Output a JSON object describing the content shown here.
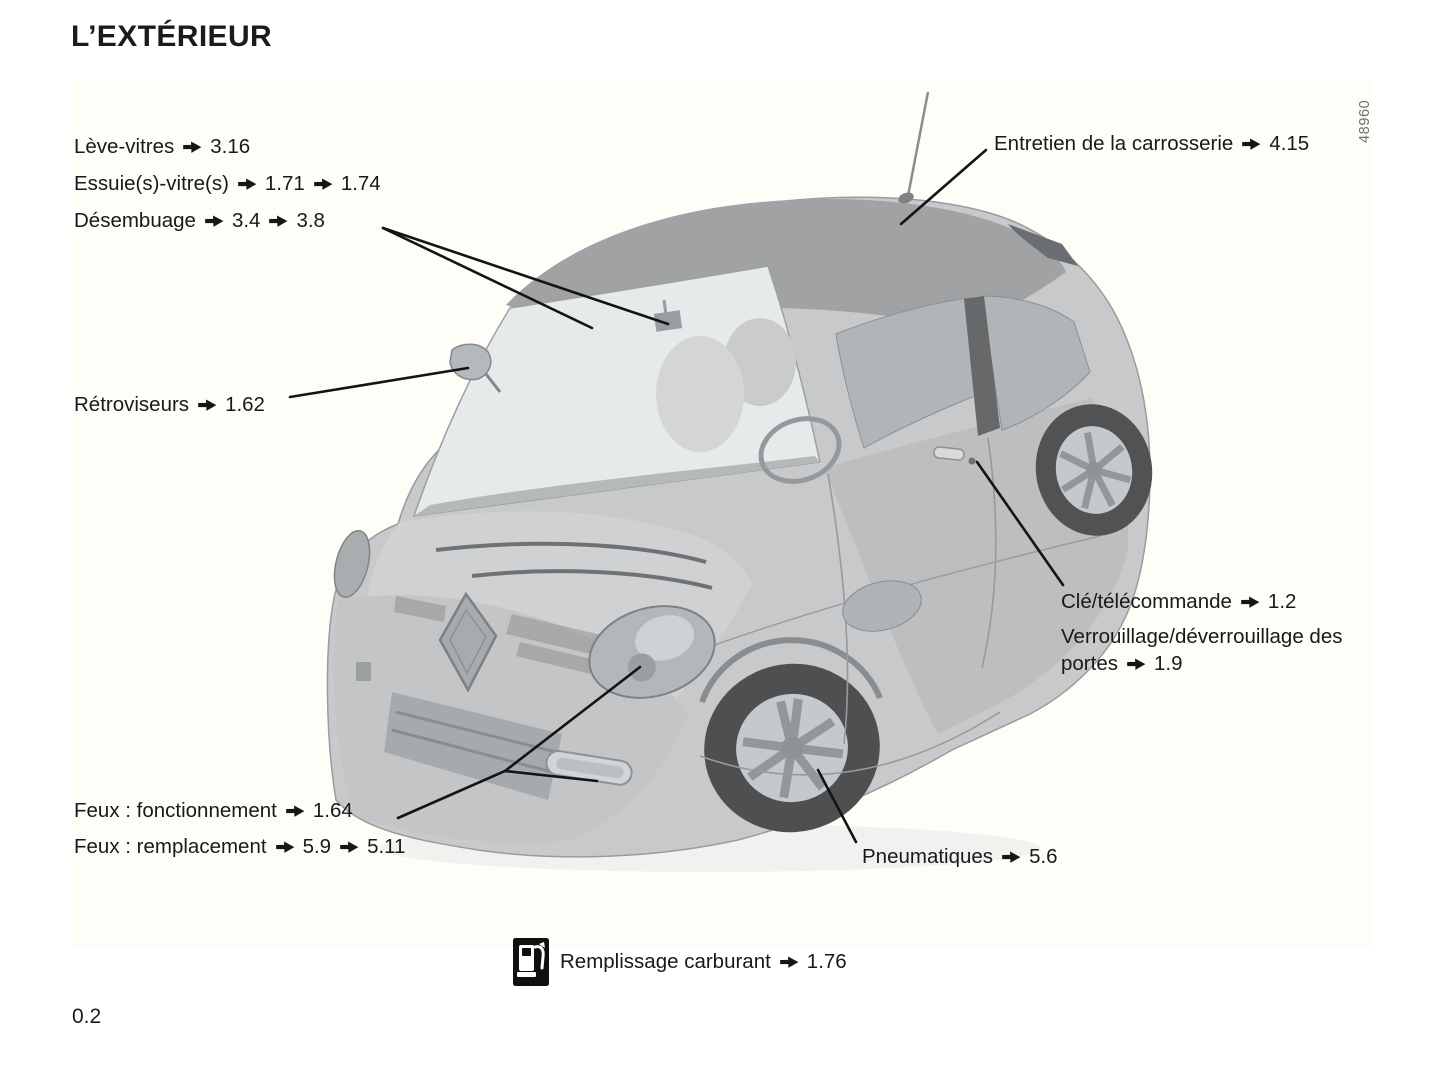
{
  "page": {
    "title": "L’EXTÉRIEUR",
    "page_number": "0.2",
    "illustration_number": "48960"
  },
  "colors": {
    "ink": "#1a1a1a",
    "figure_background": "#fffdf8",
    "car_body_gray": "#c7c9cb",
    "car_roof_gray": "#a0a2a4",
    "leader_line": "#141414"
  },
  "icons": {
    "ref_arrow": "solid right arrow before each section reference",
    "fuel_pump": "fuel-pump pictogram on black plate"
  },
  "callouts": {
    "leve_vitres": {
      "text": "Lève-vitres",
      "refs": [
        "3.16"
      ]
    },
    "essuie_vitres": {
      "text": "Essuie(s)-vitre(s)",
      "refs": [
        "1.71",
        "1.74"
      ]
    },
    "desembuage": {
      "text": "Désembuage",
      "refs": [
        "3.4",
        "3.8"
      ]
    },
    "retroviseurs": {
      "text": "Rétroviseurs",
      "refs": [
        "1.62"
      ]
    },
    "entretien_carrosserie": {
      "text": "Entretien de la carrosserie",
      "refs": [
        "4.15"
      ]
    },
    "cle_telecommande": {
      "text": "Clé/télécommande",
      "refs": [
        "1.2"
      ]
    },
    "verrouillage_portes": {
      "text": "Verrouillage/déverrouillage des portes",
      "refs": [
        "1.9"
      ]
    },
    "feux_fonctionnement": {
      "text": "Feux : fonctionnement",
      "refs": [
        "1.64"
      ]
    },
    "feux_remplacement": {
      "text": "Feux : remplacement",
      "refs": [
        "5.9",
        "5.11"
      ]
    },
    "pneumatiques": {
      "text": "Pneumatiques",
      "refs": [
        "5.6"
      ]
    },
    "remplissage_carburant": {
      "text": "Remplissage carburant",
      "refs": [
        "1.76"
      ]
    }
  }
}
